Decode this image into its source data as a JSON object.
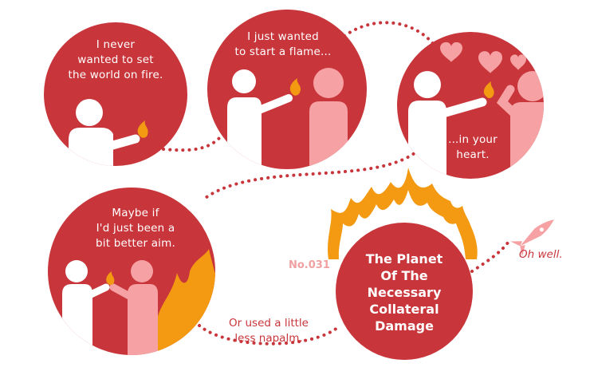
{
  "panels": {
    "p1": {
      "text": "I never\nwanted to set\nthe world on fire."
    },
    "p2": {
      "text": "I just wanted\nto start a flame..."
    },
    "p3": {
      "text": "...in your\nheart."
    },
    "p4": {
      "text": "Maybe if\nI'd just been a\nbit better aim."
    },
    "p5": {
      "text": "Or used a little\nless napalm."
    },
    "p6": {
      "text": "Oh well."
    }
  },
  "badge": {
    "number": "No.031",
    "title": "The Planet\nOf The\nNecessary\nCollateral\nDamage"
  },
  "colors": {
    "circle": "#c8353a",
    "figure_white": "#ffffff",
    "figure_pink": "#f6a2a4",
    "flame": "#f39a12",
    "dots": "#c8353a",
    "pink_light": "#f0a0a0"
  },
  "icons": [
    "flame-icon",
    "heart-icon",
    "rocket-icon"
  ]
}
